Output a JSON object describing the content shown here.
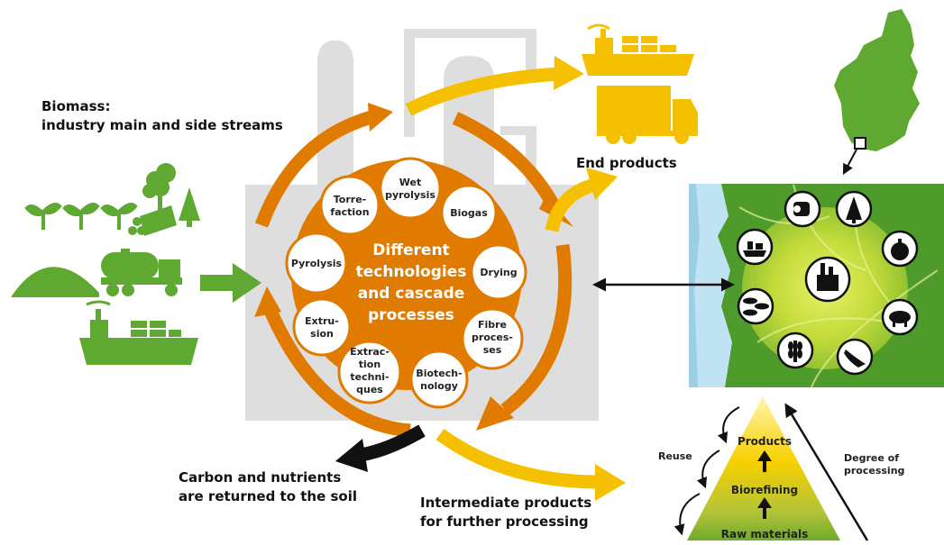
{
  "labels": {
    "biomass_line1": "Biomass:",
    "biomass_line2": "industry main and side streams",
    "end_products": "End products",
    "carbon_line1": "Carbon and nutrients",
    "carbon_line2": "are returned to the soil",
    "intermediate_line1": "Intermediate products",
    "intermediate_line2": "for further processing"
  },
  "center": {
    "lines": [
      "Different",
      "technologies",
      "and cascade",
      "processes"
    ]
  },
  "technologies": [
    {
      "lines": [
        "Wet",
        "pyrolysis"
      ]
    },
    {
      "lines": [
        "Biogas"
      ]
    },
    {
      "lines": [
        "Drying"
      ]
    },
    {
      "lines": [
        "Fibre",
        "proces-",
        "ses"
      ]
    },
    {
      "lines": [
        "Biotech-",
        "nology"
      ]
    },
    {
      "lines": [
        "Extrac-",
        "tion",
        "techni-",
        "ques"
      ]
    },
    {
      "lines": [
        "Extru-",
        "sion"
      ]
    },
    {
      "lines": [
        "Pyrolysis"
      ]
    },
    {
      "lines": [
        "Torre-",
        "faction"
      ]
    }
  ],
  "triangle": {
    "top": "Products",
    "middle": "Biorefining",
    "bottom": "Raw materials",
    "reuse": "Reuse",
    "degree_line1": "Degree of",
    "degree_line2": "processing"
  },
  "map_icons": [
    "paper-roll-icon",
    "tree-icon",
    "tomato-icon",
    "pig-icon",
    "fish-icon",
    "grain-icon",
    "fish-school-icon",
    "ship-icon",
    "factory-icon"
  ],
  "colors": {
    "orange": "#e07b00",
    "yellow": "#f5c000",
    "green": "#5fa832",
    "factory_grey": "#dedede",
    "black": "#111111"
  }
}
